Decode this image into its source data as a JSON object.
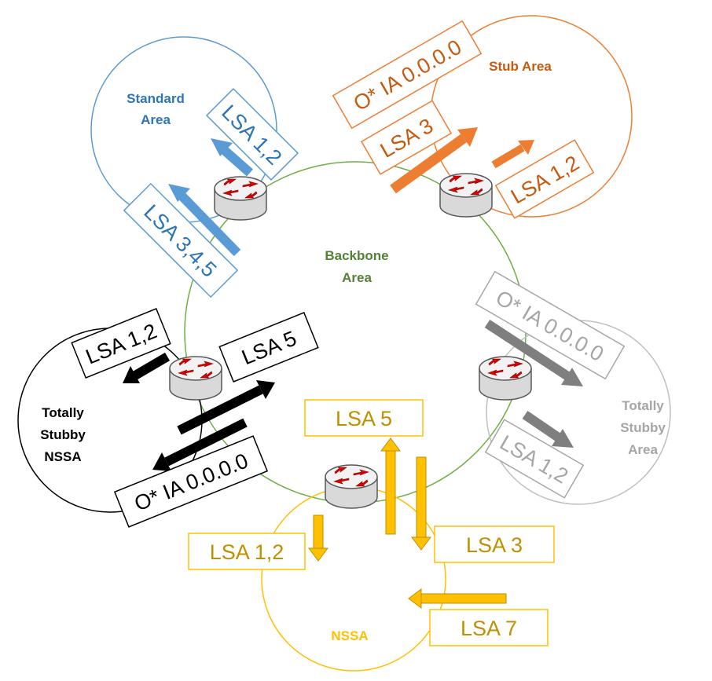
{
  "colors": {
    "standard": "#2e75b6",
    "standard_circle": "#5b9bd5",
    "stub": "#ed7d31",
    "stub_text": "#c55a11",
    "backbone": "#70ad47",
    "backbone_text": "#538135",
    "totally_stubby": "#a6a6a6",
    "totally_stubby_text": "#808080",
    "nssa": "#ffc000",
    "nssa_text": "#bf9000",
    "tsnssa": "#000000"
  },
  "areas": {
    "standard": [
      "Standard",
      "Area"
    ],
    "stub": [
      "Stub Area"
    ],
    "backbone": [
      "Backbone",
      "Area"
    ],
    "totally_stubby": [
      "Totally",
      "Stubby",
      "Area"
    ],
    "tsnssa": [
      "Totally",
      "Stubby",
      "NSSA"
    ],
    "nssa": [
      "NSSA"
    ]
  },
  "lsa_boxes": {
    "std_lsa12": "LSA 1,2",
    "std_lsa345": "LSA 3,4,5",
    "stub_default": "O* IA 0.0.0.0",
    "stub_lsa3": "LSA 3",
    "stub_lsa12": "LSA 1,2",
    "ts_default": "O* IA 0.0.0.0",
    "ts_lsa12": "LSA 1,2",
    "tsn_lsa12": "LSA 1,2",
    "tsn_lsa5": "LSA 5",
    "tsn_default": "O* IA 0.0.0.0",
    "nssa_lsa5": "LSA 5",
    "nssa_lsa12": "LSA 1,2",
    "nssa_lsa3": "LSA 3",
    "nssa_lsa7": "LSA 7"
  },
  "icons": [
    "router-icon"
  ]
}
